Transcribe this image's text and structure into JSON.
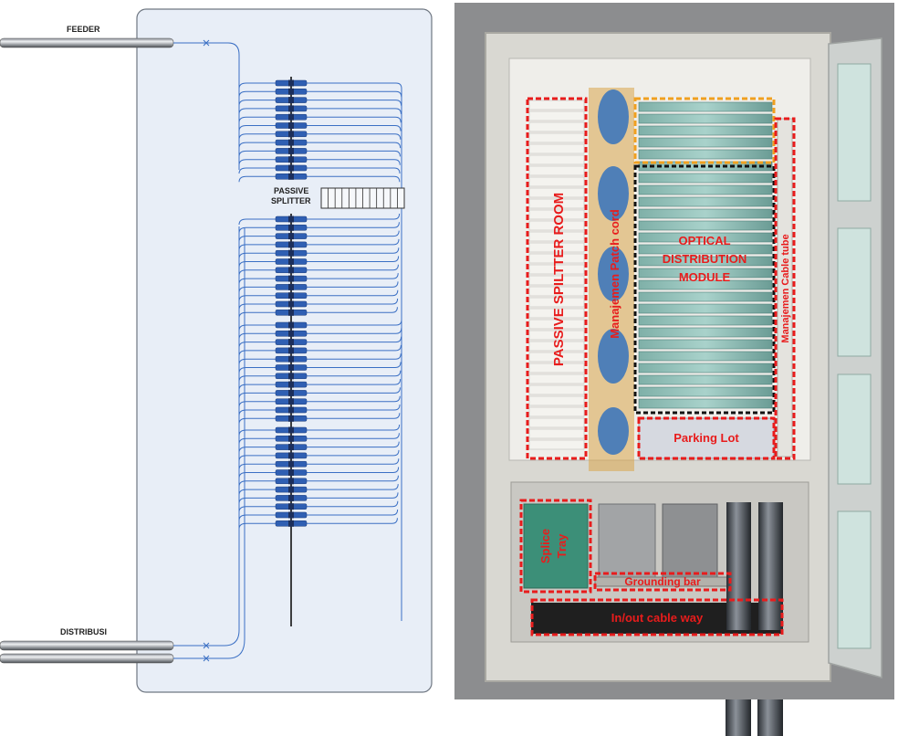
{
  "schematic": {
    "labels": {
      "feeder": "FEEDER",
      "splitter_line1": "PASSIVE",
      "splitter_line2": "SPLITTER",
      "distribusi": "DISTRIBUSI"
    },
    "connector_groups": [
      12,
      12,
      12,
      12
    ],
    "splitter_ports": 12
  },
  "photo": {
    "annotations": {
      "passive_splitter_room": "PASSIVE SPILTTER ROOM",
      "patch_cord": "Manajemen Patch cord",
      "odm_line1": "OPTICAL",
      "odm_line2": "DISTRIBUTION",
      "odm_line3": "MODULE",
      "cable_tube": "Manajemen Cable tube",
      "parking_lot": "Parking Lot",
      "splice_line1": "Splice",
      "splice_line2": "Tray",
      "grounding_bar": "Grounding bar",
      "cable_way": "In/out cable way"
    },
    "colors": {
      "annotation_red": "#e81c1c",
      "odm_outline": "#111111",
      "patch_cord_outline": "#f0a020"
    }
  }
}
